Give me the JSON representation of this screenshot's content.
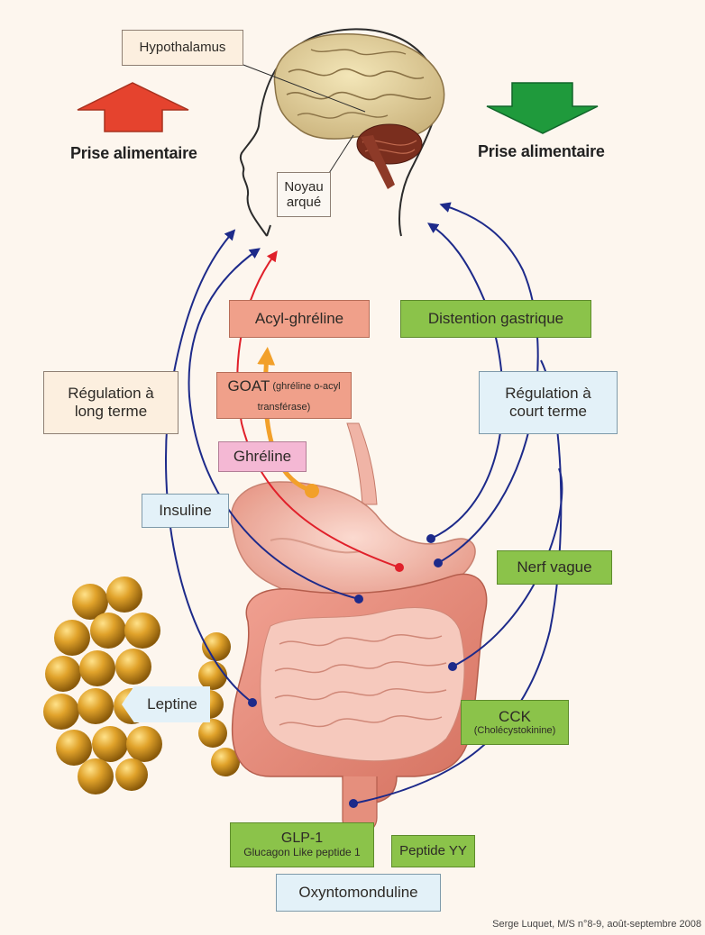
{
  "labels": {
    "hypothalamus": "Hypothalamus",
    "noyau_arque": "Noyau arqué",
    "prise_left": "Prise alimentaire",
    "prise_right": "Prise alimentaire",
    "acyl_ghreline": "Acyl-ghréline",
    "distention": "Distention gastrique",
    "regulation_long": "Régulation à long terme",
    "regulation_court": "Régulation à court terme",
    "goat_main": "GOAT",
    "goat_sub1": "(ghréline o-acyl",
    "goat_sub2": "transférase)",
    "ghreline": "Ghréline",
    "insuline": "Insuline",
    "nerf_vague": "Nerf vague",
    "leptine": "Leptine",
    "cck_main": "CCK",
    "cck_sub": "(Cholécystokinine)",
    "glp1_main": "GLP-1",
    "glp1_sub": "Glucagon Like peptide 1",
    "peptide_yy": "Peptide YY",
    "oxyntomoduline": "Oxyntomonduline"
  },
  "credit": "Serge Luquet, M/S n°8-9, août-septembre 2008",
  "colors": {
    "arrow_up": "#e5432e",
    "arrow_down": "#1f9a3c",
    "pathway_blue": "#1d2a8a",
    "pathway_red": "#e0202a",
    "goat_orange": "#f2a02a",
    "fat_gold": "#c58a19"
  }
}
